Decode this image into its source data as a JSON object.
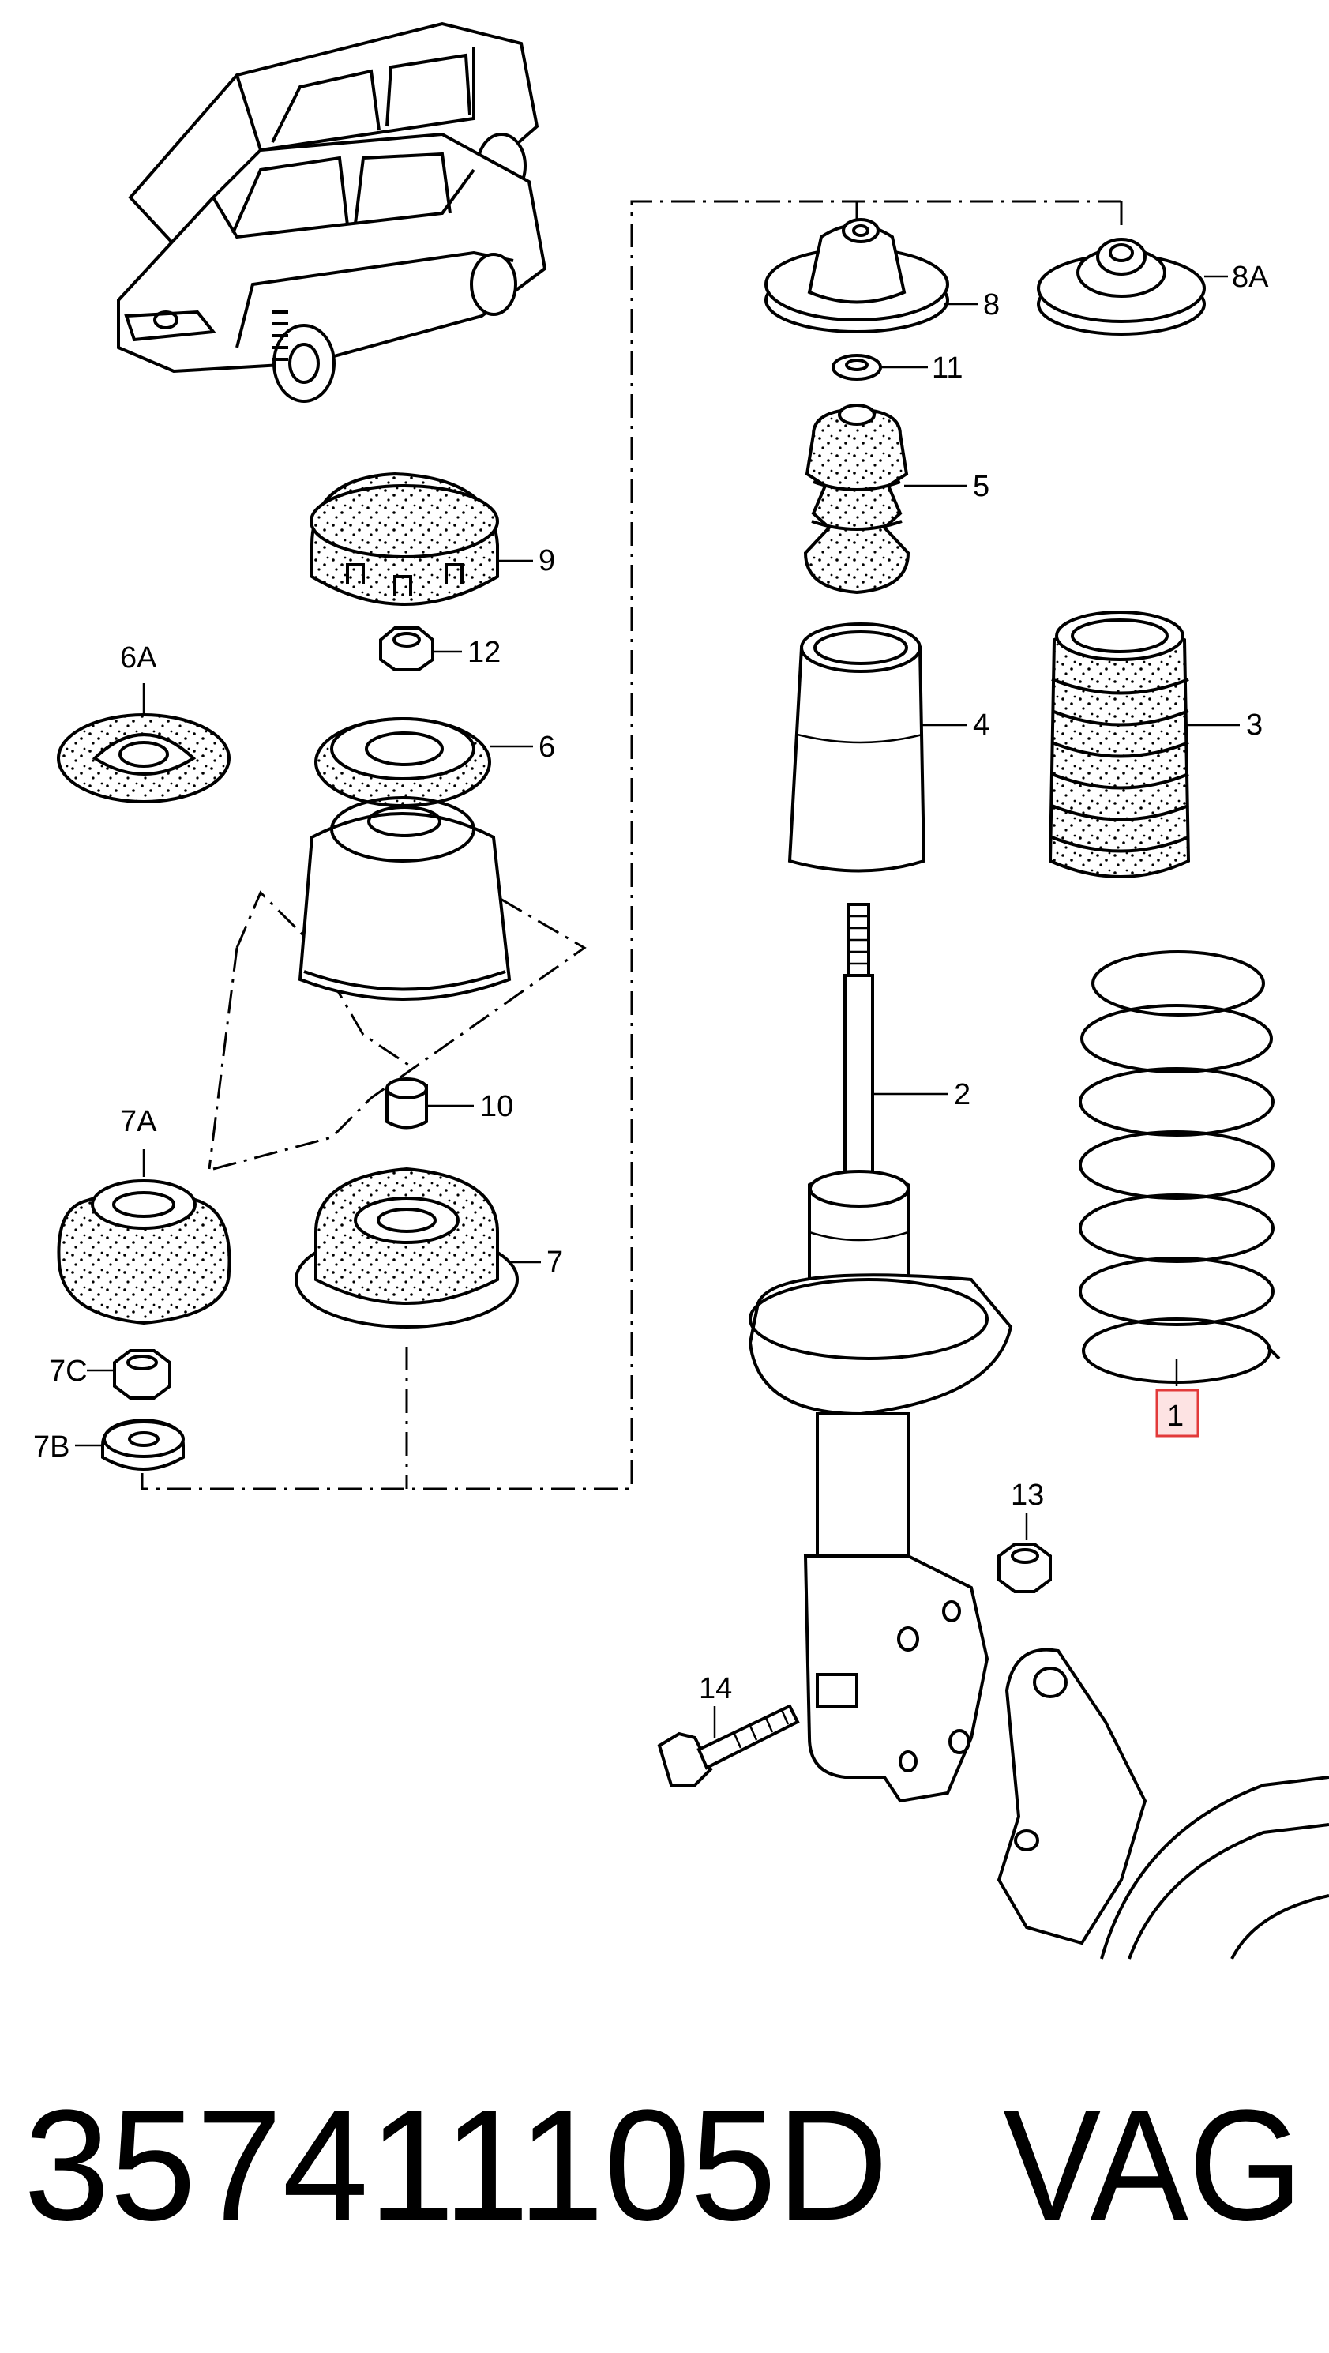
{
  "callouts": {
    "c1": "1",
    "c2": "2",
    "c3": "3",
    "c4": "4",
    "c5": "5",
    "c6": "6",
    "c6a": "6A",
    "c7": "7",
    "c7a": "7A",
    "c7b": "7B",
    "c7c": "7C",
    "c8": "8",
    "c8a": "8A",
    "c9": "9",
    "c10": "10",
    "c11": "11",
    "c12": "12",
    "c13": "13",
    "c14": "14"
  },
  "highlighted_callout": "1",
  "highlight_color": "#e23a3a",
  "caption": {
    "part_number": "357411105D",
    "brand": "VAG"
  }
}
